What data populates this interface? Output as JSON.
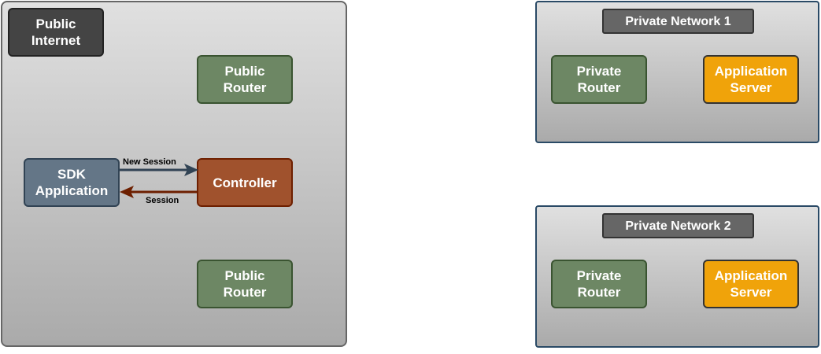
{
  "public_internet": {
    "title": "Public\nInternet",
    "public_router_top": "Public\nRouter",
    "public_router_bottom": "Public\nRouter",
    "sdk_application": "SDK\nApplication",
    "controller": "Controller",
    "edge_new_session": "New Session",
    "edge_session": "Session"
  },
  "private_network_1": {
    "title": "Private Network 1",
    "router": "Private\nRouter",
    "server": "Application\nServer"
  },
  "private_network_2": {
    "title": "Private Network 2",
    "router": "Private\nRouter",
    "server": "Application\nServer"
  },
  "colors": {
    "router_fill": "#6d8764",
    "app_server_fill": "#f0a30a",
    "sdk_fill": "#647687",
    "controller_fill": "#a0522d",
    "new_session_arrow": "#314354",
    "session_arrow": "#6d1f00"
  }
}
